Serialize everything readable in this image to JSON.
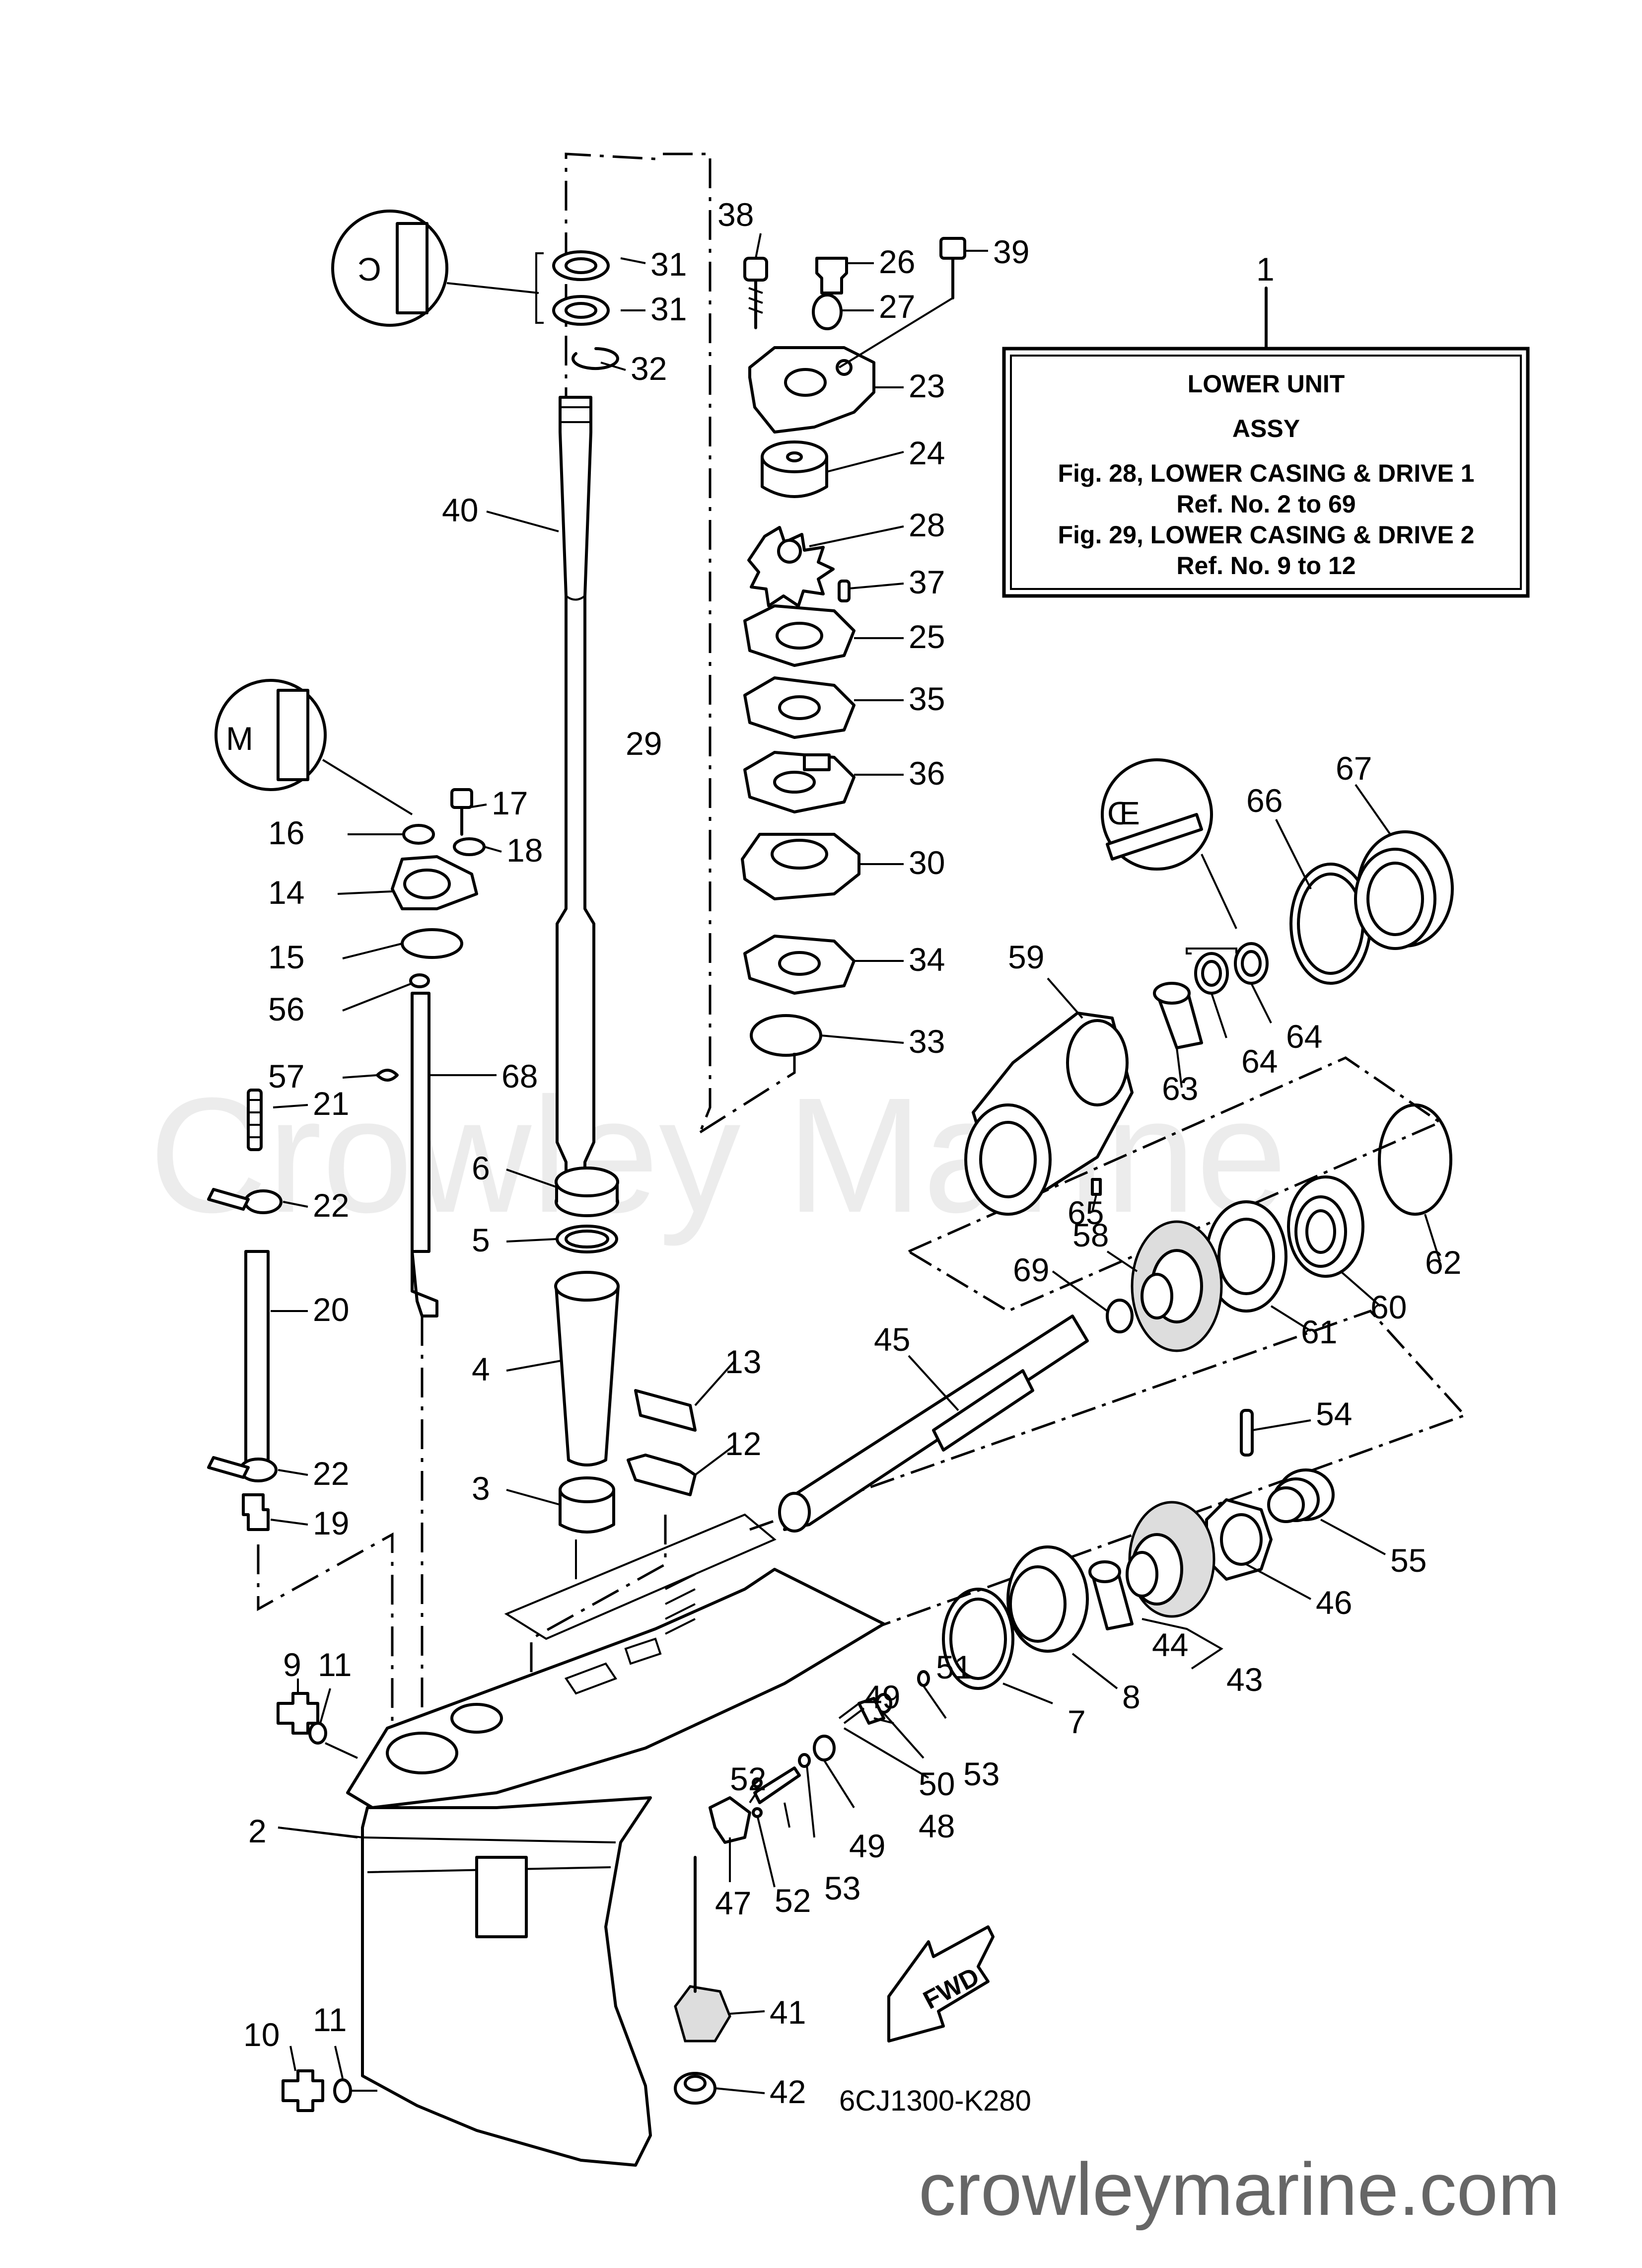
{
  "info_box": {
    "line1": "LOWER UNIT",
    "line2": "ASSY",
    "line3": "Fig. 28, LOWER CASING & DRIVE 1",
    "line4": "Ref. No. 2 to 69",
    "line5": "Fig. 29, LOWER CASING & DRIVE 2",
    "line6": "Ref. No. 9 to 12"
  },
  "box_ref_number": "1",
  "part_labels": [
    {
      "id": "p38",
      "text": "38"
    },
    {
      "id": "p26",
      "text": "26"
    },
    {
      "id": "p39",
      "text": "39"
    },
    {
      "id": "p27",
      "text": "27"
    },
    {
      "id": "p23",
      "text": "23"
    },
    {
      "id": "p24",
      "text": "24"
    },
    {
      "id": "p28",
      "text": "28"
    },
    {
      "id": "p37",
      "text": "37"
    },
    {
      "id": "p25",
      "text": "25"
    },
    {
      "id": "p35",
      "text": "35"
    },
    {
      "id": "p36",
      "text": "36"
    },
    {
      "id": "p30",
      "text": "30"
    },
    {
      "id": "p34",
      "text": "34"
    },
    {
      "id": "p33",
      "text": "33"
    },
    {
      "id": "p31a",
      "text": "31"
    },
    {
      "id": "p31b",
      "text": "31"
    },
    {
      "id": "p32",
      "text": "32"
    },
    {
      "id": "p40",
      "text": "40"
    },
    {
      "id": "p29",
      "text": "29"
    },
    {
      "id": "p17",
      "text": "17"
    },
    {
      "id": "p16",
      "text": "16"
    },
    {
      "id": "p18",
      "text": "18"
    },
    {
      "id": "p14",
      "text": "14"
    },
    {
      "id": "p15",
      "text": "15"
    },
    {
      "id": "p56",
      "text": "56"
    },
    {
      "id": "p57",
      "text": "57"
    },
    {
      "id": "p68",
      "text": "68"
    },
    {
      "id": "p21",
      "text": "21"
    },
    {
      "id": "p22a",
      "text": "22"
    },
    {
      "id": "p20",
      "text": "20"
    },
    {
      "id": "p22b",
      "text": "22"
    },
    {
      "id": "p19",
      "text": "19"
    },
    {
      "id": "p6",
      "text": "6"
    },
    {
      "id": "p5",
      "text": "5"
    },
    {
      "id": "p4",
      "text": "4"
    },
    {
      "id": "p3",
      "text": "3"
    },
    {
      "id": "p13",
      "text": "13"
    },
    {
      "id": "p12",
      "text": "12"
    },
    {
      "id": "p67",
      "text": "67"
    },
    {
      "id": "p66",
      "text": "66"
    },
    {
      "id": "p59",
      "text": "59"
    },
    {
      "id": "p64a",
      "text": "64"
    },
    {
      "id": "p64b",
      "text": "64"
    },
    {
      "id": "p63",
      "text": "63"
    },
    {
      "id": "p65",
      "text": "65"
    },
    {
      "id": "p62",
      "text": "62"
    },
    {
      "id": "p60",
      "text": "60"
    },
    {
      "id": "p61",
      "text": "61"
    },
    {
      "id": "p58",
      "text": "58"
    },
    {
      "id": "p69",
      "text": "69"
    },
    {
      "id": "p45",
      "text": "45"
    },
    {
      "id": "p54",
      "text": "54"
    },
    {
      "id": "p55",
      "text": "55"
    },
    {
      "id": "p46",
      "text": "46"
    },
    {
      "id": "p44",
      "text": "44"
    },
    {
      "id": "p43",
      "text": "43"
    },
    {
      "id": "p8",
      "text": "8"
    },
    {
      "id": "p7",
      "text": "7"
    },
    {
      "id": "p51",
      "text": "51"
    },
    {
      "id": "p49a",
      "text": "49"
    },
    {
      "id": "p50",
      "text": "50"
    },
    {
      "id": "p53a",
      "text": "53"
    },
    {
      "id": "p48",
      "text": "48"
    },
    {
      "id": "p49b",
      "text": "49"
    },
    {
      "id": "p53b",
      "text": "53"
    },
    {
      "id": "p52a",
      "text": "52"
    },
    {
      "id": "p52b",
      "text": "52"
    },
    {
      "id": "p47",
      "text": "47"
    },
    {
      "id": "p9",
      "text": "9"
    },
    {
      "id": "p11a",
      "text": "11"
    },
    {
      "id": "p2",
      "text": "2"
    },
    {
      "id": "p10",
      "text": "10"
    },
    {
      "id": "p11b",
      "text": "11"
    },
    {
      "id": "p41",
      "text": "41"
    },
    {
      "id": "p42",
      "text": "42"
    }
  ],
  "fwd_label": "FWD",
  "drawing_code": "6CJ1300-K280",
  "watermark": "Crowley Marine",
  "site_url": "crowleymarine.com"
}
